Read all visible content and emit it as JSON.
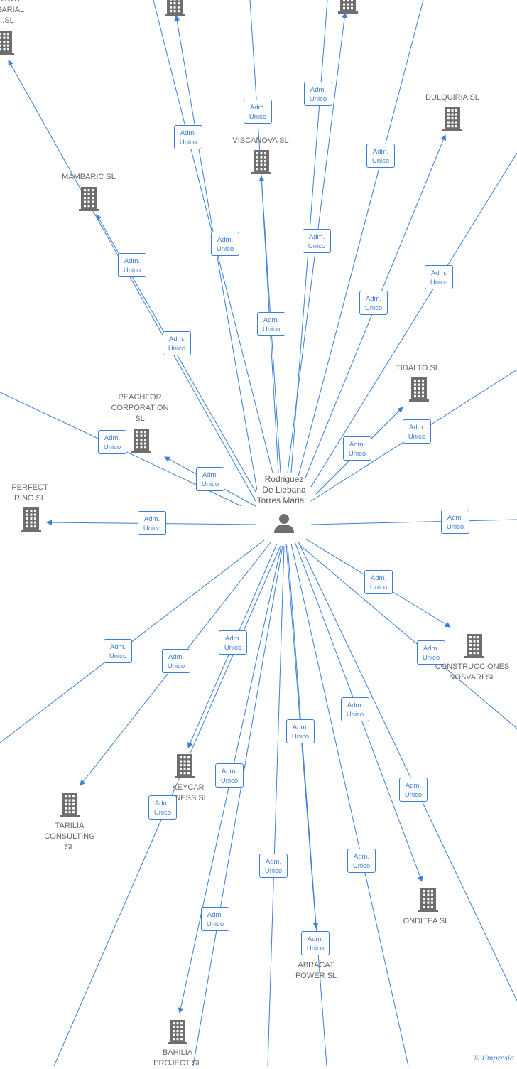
{
  "colors": {
    "edge": "#3a7fd5",
    "building": "#6e6e6e",
    "person": "#6e6e6e",
    "label": "#666666"
  },
  "center": {
    "name": "Rodriguez\nDe Liebana\nTorres Maria..."
  },
  "companies": [
    {
      "name": "...OWN\n...SARIAL\n..SL"
    },
    {
      "name": ""
    },
    {
      "name": ""
    },
    {
      "name": "VISCANOVA  SL"
    },
    {
      "name": "DULQUIRIA  SL"
    },
    {
      "name": "MAMBARIC  SL"
    },
    {
      "name": "TIDALTO  SL"
    },
    {
      "name": "PEACHFOR\nCORPORATION\nSL"
    },
    {
      "name": "PERFECT\nRING  SL"
    },
    {
      "name": "CONSTRUCCIONES\nNOSVARI SL"
    },
    {
      "name": "KEYCAR\n...NESS  SL"
    },
    {
      "name": "TARILIA\nCONSULTING\nSL"
    },
    {
      "name": "ONDITEA  SL"
    },
    {
      "name": "ABRACAT\nPOWER  SL"
    },
    {
      "name": "BAHILIA\nPROJECT  SL"
    }
  ],
  "edge_label": "Adm.\nUnico",
  "edges": [
    {
      "label": "Adm.\nUnico"
    },
    {
      "label": "Adm.\nUnico"
    },
    {
      "label": "Adm.\nUnico"
    },
    {
      "label": "Adm.\nUnico"
    },
    {
      "label": "Adm.\nUnico"
    },
    {
      "label": "Adm.\nUnico"
    },
    {
      "label": "Adm.\nUnico"
    },
    {
      "label": "Adm.\nUnico"
    },
    {
      "label": "Adm.\nUnico"
    },
    {
      "label": "Adm.\nUnico"
    },
    {
      "label": "Adm.\nUnico"
    },
    {
      "label": "Adm.\nUnico"
    },
    {
      "label": "Adm.\nUnico"
    },
    {
      "label": "Adm.\nUnico"
    },
    {
      "label": "Adm.\nUnico"
    },
    {
      "label": "Adm.\nUnico"
    },
    {
      "label": "Adm.\nUnico"
    },
    {
      "label": "Adm.\nUnico"
    },
    {
      "label": "Adm.\nUnico"
    },
    {
      "label": "Adm.\nUnico"
    },
    {
      "label": "Adm.\nUnico"
    },
    {
      "label": "Adm.\nUnico"
    },
    {
      "label": "Adm.\nUnico"
    },
    {
      "label": "Adm.\nUnico"
    },
    {
      "label": "Adm.\nUnico"
    },
    {
      "label": "Adm.\nUnico"
    },
    {
      "label": "Adm.\nUnico"
    },
    {
      "label": "Adm.\nUnico"
    },
    {
      "label": "Adm.\nUnico"
    },
    {
      "label": "Adm.\nUnico"
    }
  ],
  "watermark": "© Empresia"
}
